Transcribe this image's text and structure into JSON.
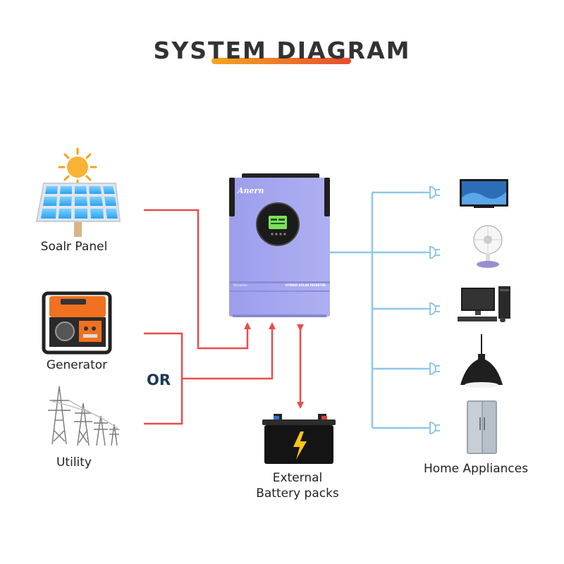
{
  "title": "SYSTEM DIAGRAM",
  "sources": {
    "solar_label": "Soalr Panel",
    "generator_label": "Generator",
    "or_label": "OR",
    "utility_label": "Utility"
  },
  "battery": {
    "label_line1": "External",
    "label_line2": "Battery packs"
  },
  "loads": {
    "label": "Home Appliances",
    "items": [
      "tv-icon",
      "fan-icon",
      "computer-icon",
      "lamp-icon",
      "refrigerator-icon"
    ]
  },
  "inverter": {
    "brand": "Anern",
    "model": "SCI-series",
    "product": "HYBRID SOLAR INVERTER"
  },
  "colors": {
    "input_line": "#e84c4c",
    "output_line": "#8ec6ea",
    "inverter_body": "#a3a4ee",
    "title_bar": "#f08a2a"
  }
}
